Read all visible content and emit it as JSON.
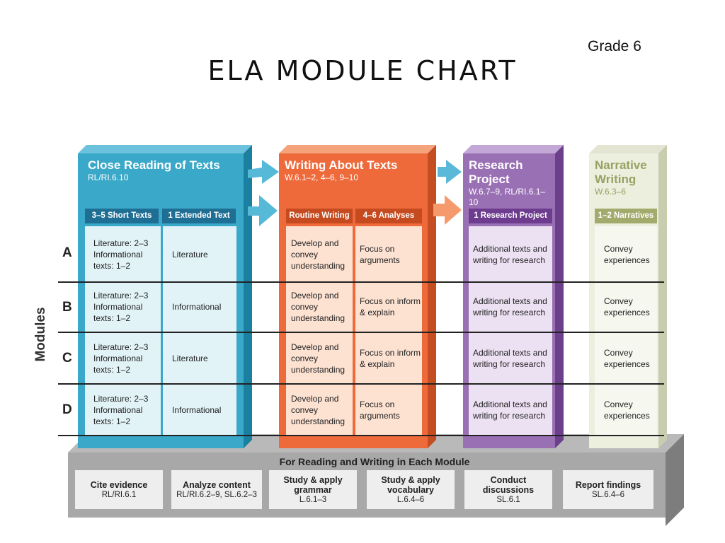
{
  "grade": "Grade 6",
  "title": "ELA MODULE CHART",
  "modules_label": "Modules",
  "rows": [
    "A",
    "B",
    "C",
    "D"
  ],
  "columns": [
    {
      "title": "Close Reading of Texts",
      "standards": "RL/RI.6.10",
      "color": "#3aa8c9",
      "subheads": [
        "3–5 Short Texts",
        "1 Extended Text"
      ],
      "cells": [
        [
          "Literature: 2–3\nInformational texts: 1–2",
          "Literature"
        ],
        [
          "Literature: 2–3\nInformational texts: 1–2",
          "Informational"
        ],
        [
          "Literature: 2–3\nInformational texts: 1–2",
          "Literature"
        ],
        [
          "Literature: 2–3\nInformational texts: 1–2",
          "Informational"
        ]
      ]
    },
    {
      "title": "Writing About Texts",
      "standards": "W.6.1–2, 4–6, 9–10",
      "color": "#ee6a3b",
      "subheads": [
        "Routine Writing",
        "4–6 Analyses"
      ],
      "cells": [
        [
          "Develop and convey understanding",
          "Focus on arguments"
        ],
        [
          "Develop and convey understanding",
          "Focus on inform & explain"
        ],
        [
          "Develop and convey understanding",
          "Focus on inform & explain"
        ],
        [
          "Develop and convey understanding",
          "Focus on arguments"
        ]
      ]
    },
    {
      "title": "Research Project",
      "standards": "W.6.7–9, RL/RI.6.1–10",
      "color": "#9a70b5",
      "subheads": [
        "1 Research Project"
      ],
      "cells": [
        [
          "Additional texts and writing for research"
        ],
        [
          "Additional texts and writing for research"
        ],
        [
          "Additional texts and writing for research"
        ],
        [
          "Additional texts and writing for research"
        ]
      ]
    },
    {
      "title": "Narrative Writing",
      "standards": "W.6.3–6",
      "color": "#a2ab6c",
      "subheads": [
        "1–2 Narratives"
      ],
      "cells": [
        [
          "Convey experiences"
        ],
        [
          "Convey experiences"
        ],
        [
          "Convey experiences"
        ],
        [
          "Convey experiences"
        ]
      ]
    }
  ],
  "base": {
    "title": "For Reading and Writing in Each Module",
    "skills": [
      {
        "label": "Cite evidence",
        "std": "RL/RI.6.1"
      },
      {
        "label": "Analyze content",
        "std": "RL/RI.6.2–9, SL.6.2–3"
      },
      {
        "label": "Study & apply grammar",
        "std": "L.6.1–3"
      },
      {
        "label": "Study & apply vocabulary",
        "std": "L.6.4–6"
      },
      {
        "label": "Conduct discussions",
        "std": "SL.6.1"
      },
      {
        "label": "Report findings",
        "std": "SL.6.4–6"
      }
    ]
  }
}
